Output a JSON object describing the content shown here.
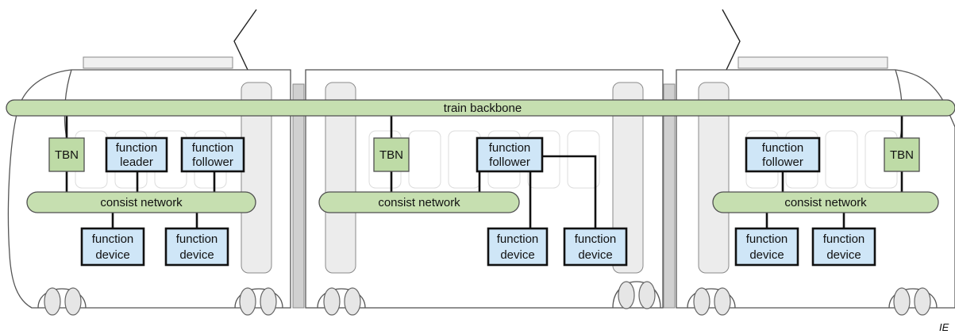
{
  "backbone": {
    "label": "train backbone"
  },
  "cars": [
    {
      "consist": "consist network",
      "tbn": "TBN",
      "function_nodes": [
        {
          "line1": "function",
          "line2": "leader"
        },
        {
          "line1": "function",
          "line2": "follower"
        }
      ],
      "devices": [
        {
          "line1": "function",
          "line2": "device"
        },
        {
          "line1": "function",
          "line2": "device"
        }
      ]
    },
    {
      "consist": "consist network",
      "tbn": "TBN",
      "function_nodes": [
        {
          "line1": "function",
          "line2": "follower"
        }
      ],
      "devices": [
        {
          "line1": "function",
          "line2": "device"
        },
        {
          "line1": "function",
          "line2": "device"
        }
      ]
    },
    {
      "consist": "consist network",
      "tbn": "TBN",
      "function_nodes": [
        {
          "line1": "function",
          "line2": "follower"
        }
      ],
      "devices": [
        {
          "line1": "function",
          "line2": "device"
        },
        {
          "line1": "function",
          "line2": "device"
        }
      ]
    }
  ],
  "corner_tag": "IE",
  "colors": {
    "network_green": "#c6dfb0",
    "function_blue": "#cfe6f7",
    "outline": "#111111"
  }
}
